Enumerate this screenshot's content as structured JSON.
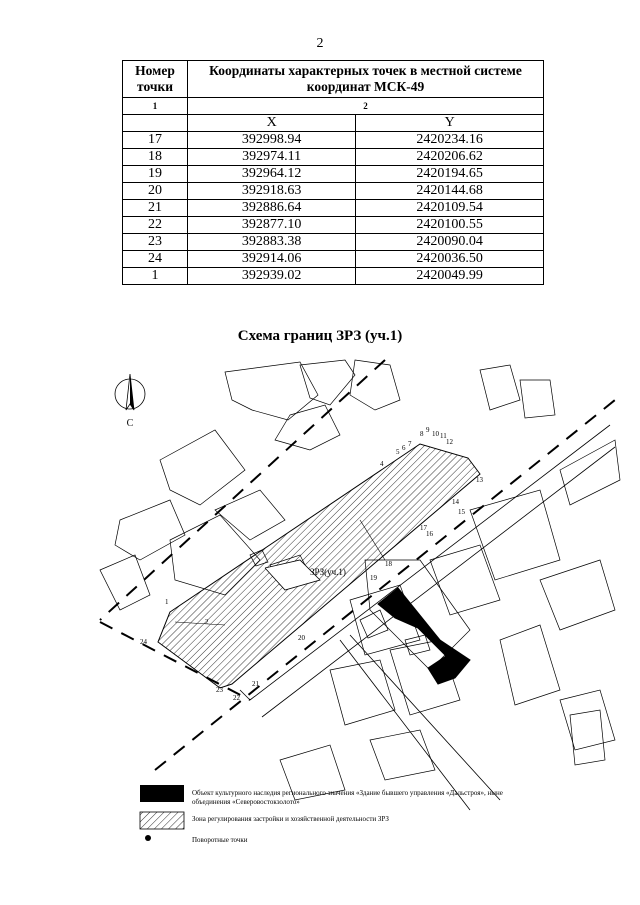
{
  "page_number": "2",
  "table": {
    "col1_header": "Номер точки",
    "col2_header": "Координаты характерных точек в местной системе координат МСК-49",
    "index_labels": [
      "1",
      "2"
    ],
    "x_label": "X",
    "y_label": "Y",
    "rows": [
      {
        "n": "17",
        "x": "392998.94",
        "y": "2420234.16"
      },
      {
        "n": "18",
        "x": "392974.11",
        "y": "2420206.62"
      },
      {
        "n": "19",
        "x": "392964.12",
        "y": "2420194.65"
      },
      {
        "n": "20",
        "x": "392918.63",
        "y": "2420144.68"
      },
      {
        "n": "21",
        "x": "392886.64",
        "y": "2420109.54"
      },
      {
        "n": "22",
        "x": "392877.10",
        "y": "2420100.55"
      },
      {
        "n": "23",
        "x": "392883.38",
        "y": "2420090.04"
      },
      {
        "n": "24",
        "x": "392914.06",
        "y": "2420036.50"
      },
      {
        "n": "1",
        "x": "392939.02",
        "y": "2420049.99"
      }
    ]
  },
  "scheme": {
    "title": "Схема границ ЗРЗ (уч.1)",
    "zone_label": "ЗРЗ(уч.1)",
    "north_label": "С",
    "point_labels": [
      "1",
      "2",
      "4",
      "5",
      "6",
      "7",
      "8",
      "9",
      "10",
      "11",
      "12",
      "13",
      "14",
      "15",
      "16",
      "17",
      "18",
      "19",
      "20",
      "21",
      "22",
      "23",
      "24"
    ]
  },
  "legend": {
    "item1": "Объект культурного наследия регионального значения «Здание бывшего управления «Дальстроя», ныне объединения «Северовостокзолото»",
    "item2": "Зона регулирования застройки и хозяйственной деятельности ЗРЗ",
    "item3": "Поворотные точки"
  }
}
